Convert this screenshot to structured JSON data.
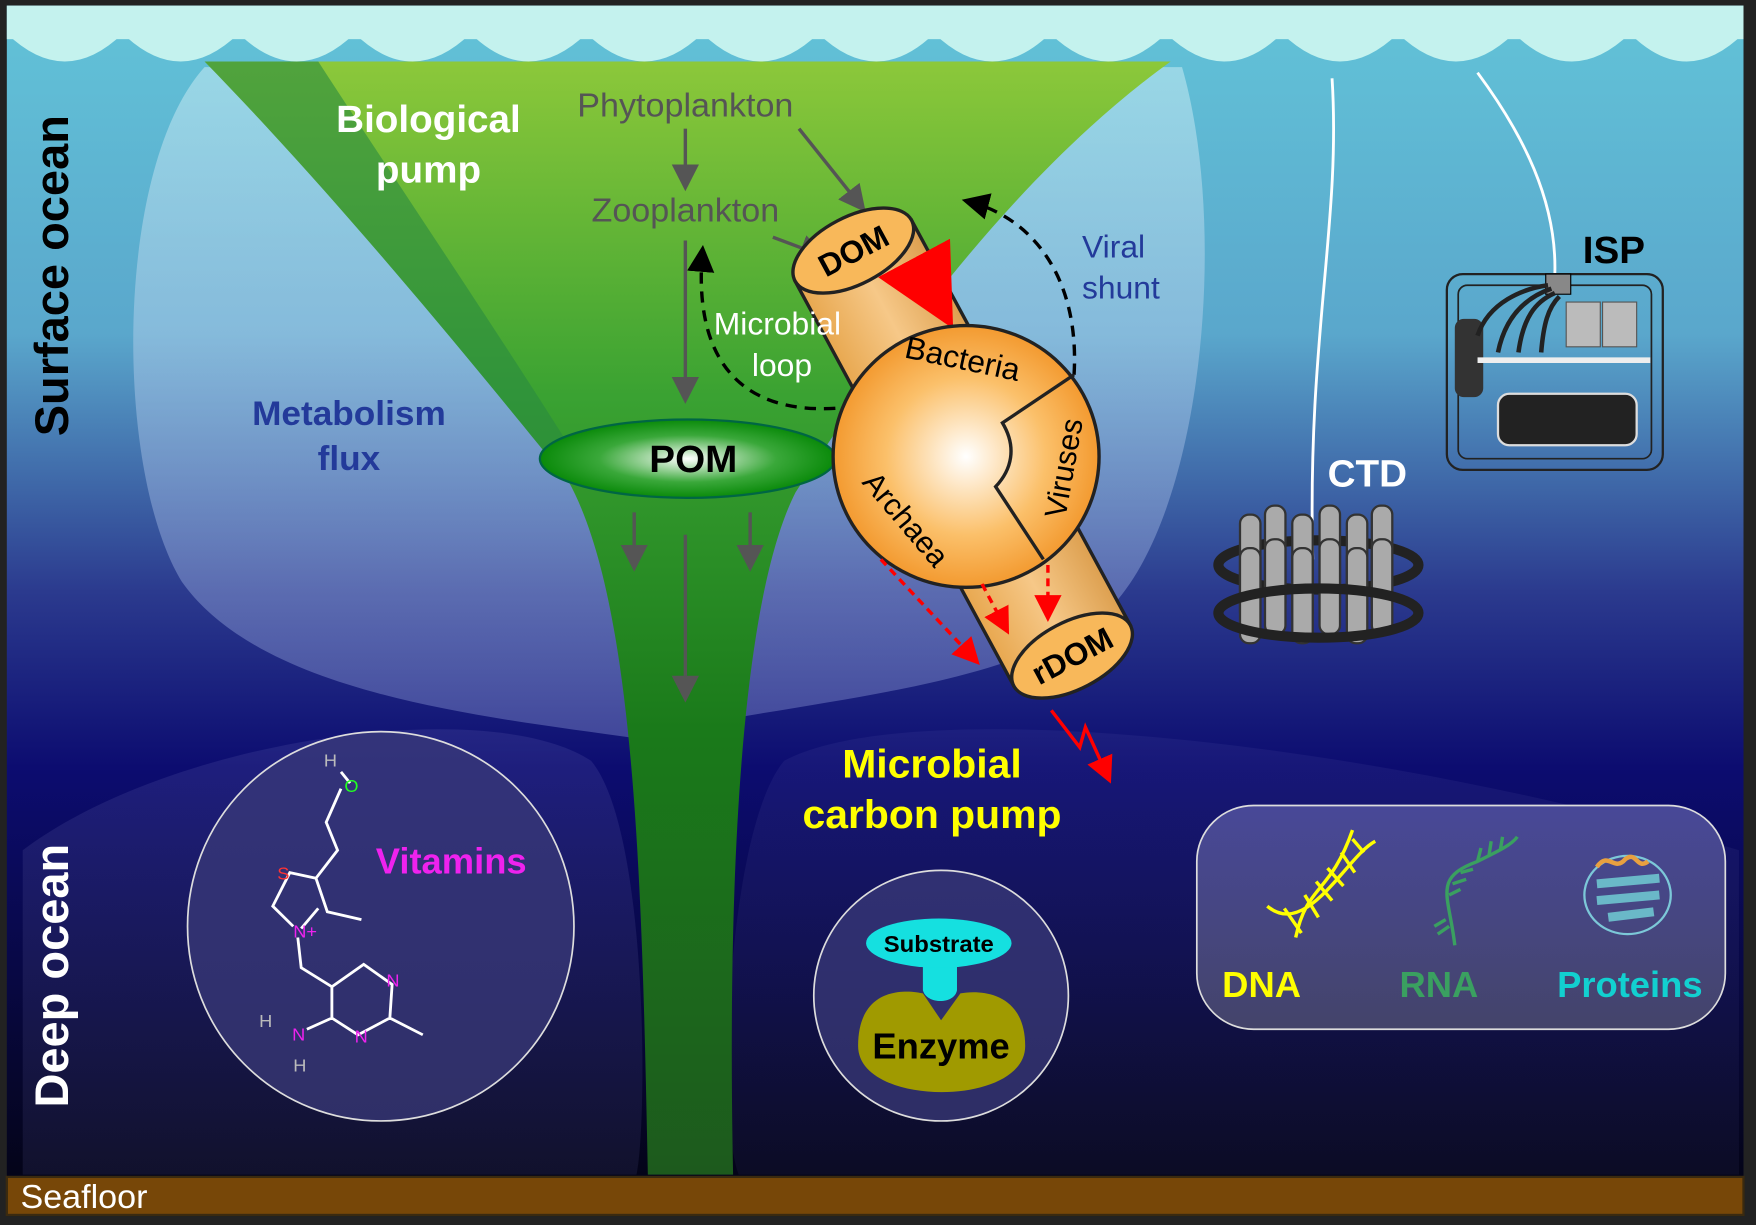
{
  "side_labels": {
    "surface": "Surface ocean",
    "deep": "Deep ocean",
    "seafloor": "Seafloor"
  },
  "pumps": {
    "biological_1": "Biological",
    "biological_2": "pump",
    "mcp_1": "Microbial",
    "mcp_2": "carbon pump"
  },
  "food_web": {
    "phytoplankton": "Phytoplankton",
    "zooplankton": "Zooplankton",
    "pom": "POM",
    "dom": "DOM",
    "rdom": "rDOM"
  },
  "loops": {
    "microbial_1": "Microbial",
    "microbial_2": "loop",
    "viral_1": "Viral",
    "viral_2": "shunt"
  },
  "metabolism": {
    "line1": "Metabolism",
    "line2": "flux"
  },
  "microbes": {
    "bacteria": "Bacteria",
    "viruses": "Viruses",
    "archaea": "Archaea"
  },
  "instruments": {
    "ctd": "CTD",
    "isp": "ISP"
  },
  "vitamins": {
    "label": "Vitamins",
    "atoms": {
      "h1": "H",
      "o": "O",
      "s": "S",
      "n_plus": "N+",
      "n1": "N",
      "n2": "N",
      "n3": "N",
      "h2": "H",
      "h3": "H"
    }
  },
  "enzyme": {
    "substrate": "Substrate",
    "enzyme": "Enzyme"
  },
  "molecules": {
    "dna": "DNA",
    "rna": "RNA",
    "proteins": "Proteins"
  },
  "colors": {
    "surface_water": "#62c3d8",
    "deep_water": "#050520",
    "mid_water": "#15167a",
    "funnel_green": "#2e9a2e",
    "seafloor": "#774708",
    "yellow_label": "#ffff00",
    "vitamin_magenta": "#ee22ee",
    "rna_green": "#3aa060",
    "protein_cyan": "#12d0d0",
    "label_blue": "#233a9a"
  }
}
